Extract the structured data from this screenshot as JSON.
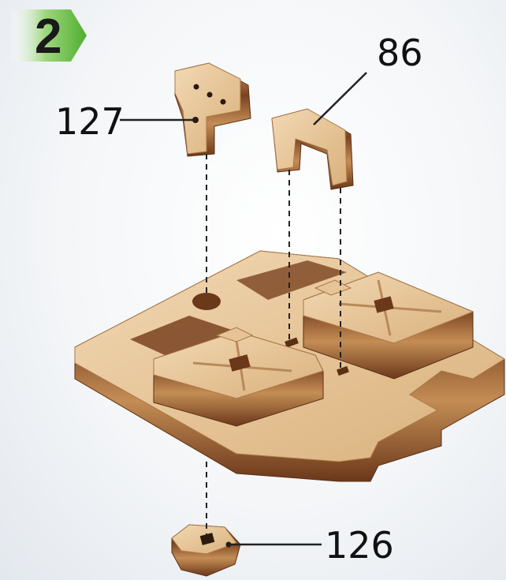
{
  "step": {
    "number": "2",
    "badge_color": "#6fbd45"
  },
  "parts": [
    {
      "id": "127",
      "label": "127"
    },
    {
      "id": "86",
      "label": "86"
    },
    {
      "id": "126",
      "label": "126"
    }
  ],
  "colors": {
    "wood_face": "#e8c9a0",
    "wood_edge_light": "#c99660",
    "wood_edge_dark": "#6b3a1c",
    "wood_layer": "#8a5028",
    "engrave": "#b88a5a",
    "leader_line": "#222222"
  }
}
